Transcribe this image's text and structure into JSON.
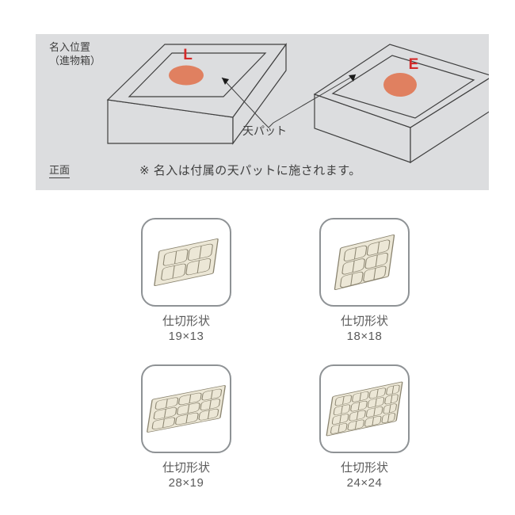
{
  "diagram": {
    "panel_bg": "#dcdddf",
    "heading_line1": "名入位置",
    "heading_line2": "（進物箱）",
    "front_label": "正面",
    "pad_callout_label": "天パット",
    "note": "※ 名入は付属の天パットに施されます。",
    "boxes": [
      {
        "name": "long-gift-box",
        "imprint_letter": "L",
        "imprint_color": "#d42a2a",
        "pad_color": "#e08060",
        "outline_color": "#3f3f3f",
        "face_color": "#dcdddf"
      },
      {
        "name": "square-gift-box",
        "imprint_letter": "E",
        "imprint_color": "#d42a2a",
        "pad_color": "#e08060",
        "outline_color": "#3f3f3f",
        "face_color": "#dcdddf"
      }
    ]
  },
  "thumbnails": {
    "frame_border_color": "#8e9295",
    "tray_fill": "#ece7d6",
    "tray_edge": "#8a8470",
    "cell_line": "#8a8470",
    "items": [
      {
        "id": "tray-19x13",
        "caption_line1": "仕切形状",
        "caption_line2": "19×13",
        "cols": 2,
        "rows": 2,
        "compartments": 4
      },
      {
        "id": "tray-18x18",
        "caption_line1": "仕切形状",
        "caption_line2": "18×18",
        "cols": 2,
        "rows": 3,
        "compartments": 6
      },
      {
        "id": "tray-28x19",
        "caption_line1": "仕切形状",
        "caption_line2": "28×19",
        "cols": 3,
        "rows": 3,
        "compartments": 9
      },
      {
        "id": "tray-24x24",
        "caption_line1": "仕切形状",
        "caption_line2": "24×24",
        "cols": 4,
        "rows": 4,
        "compartments": 16
      }
    ]
  }
}
